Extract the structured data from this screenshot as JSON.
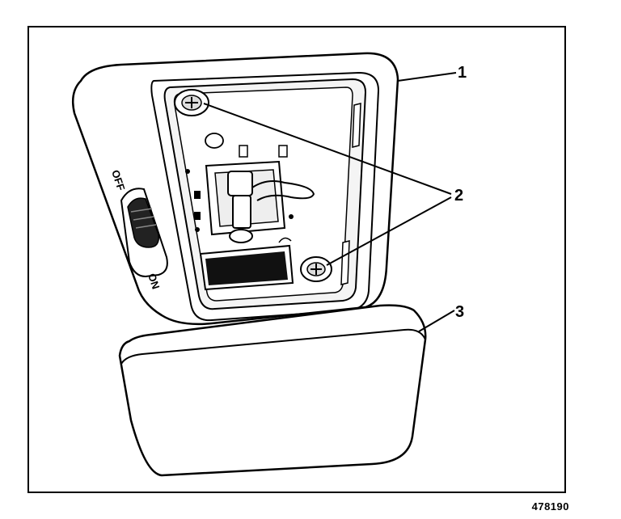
{
  "callouts": {
    "c1": "1",
    "c2": "2",
    "c3": "3"
  },
  "switch_labels": {
    "off": "OFF",
    "on": "ON"
  },
  "figure_id": "478190"
}
